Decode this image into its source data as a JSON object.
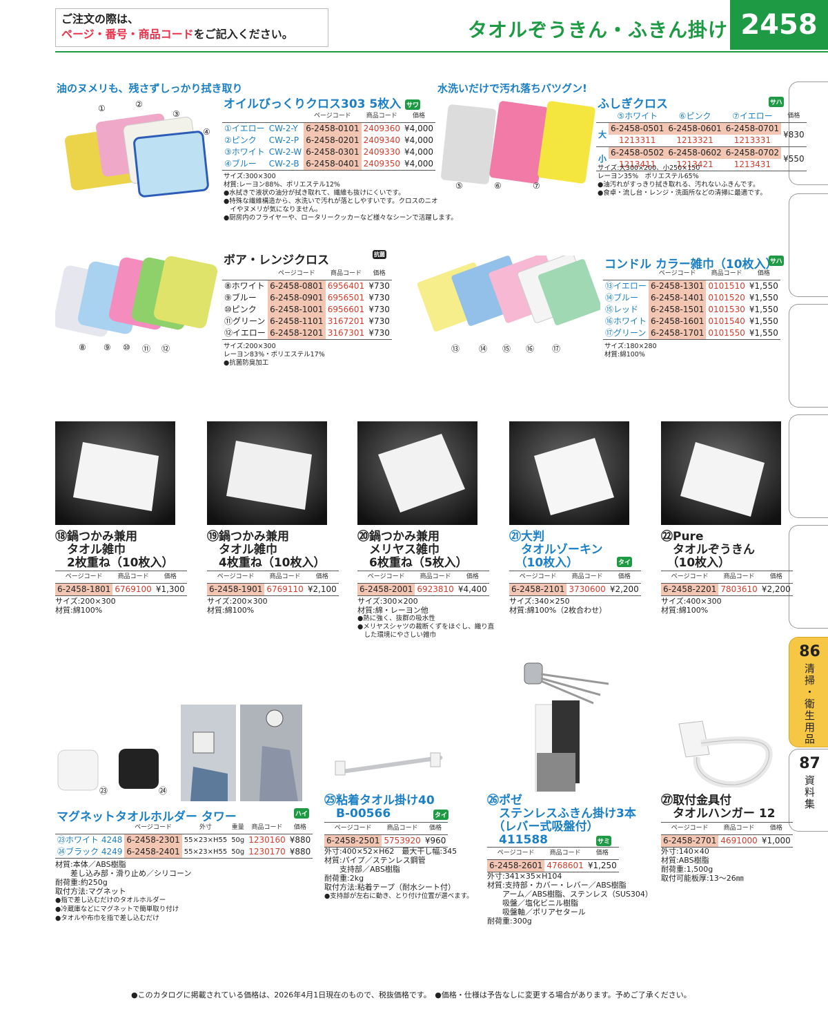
{
  "header": {
    "note_line1": "ご注文の際は、",
    "note_line2_red": "ページ・番号・商品コード",
    "note_line2_rest": "をご記入ください。",
    "category_title": "タオルぞうきん・ふきん掛け",
    "page_number": "2458"
  },
  "side_tabs": {
    "tab86_num": "86",
    "tab86_text": "清掃・衛生用品",
    "tab87_num": "87",
    "tab87_text": "資料集"
  },
  "colors": {
    "accent_green": "#1d9a43",
    "accent_blue": "#1a7fc4",
    "code_bg": "#f3c6b3",
    "tab_active": "#f6c645"
  },
  "oil": {
    "catch": "油のヌメリも、残さずしっかり拭き取り",
    "name": "オイルびっくりクロス303 5枚入",
    "badge": "サワ",
    "hdr": [
      "ページコード",
      "商品コード",
      "価格"
    ],
    "rows": [
      [
        "①イエロー",
        "CW-2-Y",
        "6-2458-0101",
        "2409360",
        "¥4,000"
      ],
      [
        "②ピンク",
        "CW-2-P",
        "6-2458-0201",
        "2409340",
        "¥4,000"
      ],
      [
        "③ホワイト",
        "CW-2-W",
        "6-2458-0301",
        "2409330",
        "¥4,000"
      ],
      [
        "④ブルー",
        "CW-2-B",
        "6-2458-0401",
        "2409350",
        "¥4,000"
      ]
    ],
    "notes": [
      "サイズ:300×300",
      "材質:レーヨン88%、ポリエステル12%",
      "●水拭きで液状の油分が拭き取れて、繊維も抜けにくいです。",
      "●特殊な繊維構造から、水洗いで汚れが落としやすいです。クロスのニオ",
      "　イやヌメリが気になりません。",
      "●厨房内のフライヤーや、ロータリークッカーなど様々なシーンで活躍します。"
    ],
    "labels": [
      "①",
      "②",
      "③",
      "④"
    ]
  },
  "fushigi": {
    "catch": "水洗いだけで汚れ落ちバツグン!",
    "name": "ふしぎクロス",
    "badge": "サハ",
    "col_labels": [
      "⑤ホワイト",
      "⑥ピンク",
      "⑦イエロー"
    ],
    "price_hdr": "価格",
    "rows": [
      {
        "size": "大",
        "codes": [
          "6-2458-0501",
          "6-2458-0601",
          "6-2458-0701"
        ],
        "items": [
          "1213311",
          "1213321",
          "1213331"
        ],
        "price": "¥830"
      },
      {
        "size": "小",
        "codes": [
          "6-2458-0502",
          "6-2458-0602",
          "6-2458-0702"
        ],
        "items": [
          "1213411",
          "1213421",
          "1213431"
        ],
        "price": "¥550"
      }
    ],
    "notes": [
      "サイズ:大300×200、小250×150",
      "レーヨン35%　ポリエステル65%",
      "●油汚れがすっきり拭き取れる、汚れないふきんです。",
      "●食卓・流し台・レンジ・洗面所などの清掃に最適です。"
    ],
    "labels": [
      "⑤",
      "⑥",
      "⑦"
    ]
  },
  "boa": {
    "name": "ボア・レンジクロス",
    "badge": "抗菌",
    "hdr": [
      "ページコード",
      "商品コード",
      "価格"
    ],
    "rows": [
      [
        "⑧ホワイト",
        "6-2458-0801",
        "6956401",
        "¥730"
      ],
      [
        "⑨ブルー",
        "6-2458-0901",
        "6956501",
        "¥730"
      ],
      [
        "⑩ピンク",
        "6-2458-1001",
        "6956601",
        "¥730"
      ],
      [
        "⑪グリーン",
        "6-2458-1101",
        "3167201",
        "¥730"
      ],
      [
        "⑫イエロー",
        "6-2458-1201",
        "3167301",
        "¥730"
      ]
    ],
    "notes": [
      "サイズ:200×300",
      "レーヨン83%・ポリエステル17%",
      "●抗菌防臭加工"
    ],
    "labels": [
      "⑧",
      "⑨",
      "⑩",
      "⑪",
      "⑫"
    ]
  },
  "condor": {
    "name": "コンドル カラー雑巾（10枚入）",
    "badge": "サハ",
    "hdr": [
      "ページコード",
      "商品コード",
      "価格"
    ],
    "rows": [
      [
        "⑬イエロー",
        "6-2458-1301",
        "0101510",
        "¥1,550"
      ],
      [
        "⑭ブルー",
        "6-2458-1401",
        "0101520",
        "¥1,550"
      ],
      [
        "⑮レッド",
        "6-2458-1501",
        "0101530",
        "¥1,550"
      ],
      [
        "⑯ホワイト",
        "6-2458-1601",
        "0101540",
        "¥1,550"
      ],
      [
        "⑰グリーン",
        "6-2458-1701",
        "0101550",
        "¥1,550"
      ]
    ],
    "notes": [
      "サイズ:180×280",
      "材質:綿100%"
    ],
    "labels": [
      "⑬",
      "⑭",
      "⑮",
      "⑯",
      "⑰"
    ]
  },
  "towels": [
    {
      "name_lines": [
        "⑱鍋つかみ兼用",
        "　タオル雑巾",
        "　2枚重ね（10枚入）"
      ],
      "badge": "",
      "hdr": [
        "ページコード",
        "商品コード",
        "価格"
      ],
      "code": "6-2458-1801",
      "item": "6769100",
      "price": "¥1,300",
      "notes": [
        "サイズ:200×300",
        "材質:綿100%"
      ]
    },
    {
      "name_lines": [
        "⑲鍋つかみ兼用",
        "　タオル雑巾",
        "　4枚重ね（10枚入）"
      ],
      "badge": "",
      "hdr": [
        "ページコード",
        "商品コード",
        "価格"
      ],
      "code": "6-2458-1901",
      "item": "6769110",
      "price": "¥2,100",
      "notes": [
        "サイズ:200×300",
        "材質:綿100%"
      ]
    },
    {
      "name_lines": [
        "⑳鍋つかみ兼用",
        "　メリヤス雑巾",
        "　6枚重ね（5枚入）"
      ],
      "badge": "",
      "hdr": [
        "ページコード",
        "商品コード",
        "価格"
      ],
      "code": "6-2458-2001",
      "item": "6923810",
      "price": "¥4,400",
      "notes": [
        "サイズ:300×200",
        "材質:綿・レーヨン他",
        "●熱に強く、抜群の吸水性",
        "●メリヤスシャツの裁断くずをほぐし、織り直",
        "　した環境にやさしい雑巾"
      ]
    },
    {
      "name_lines": [
        "㉑大判",
        "　タオルゾーキン",
        "　（10枚入）"
      ],
      "badge": "タイ",
      "hdr": [
        "ページコード",
        "商品コード",
        "価格"
      ],
      "code": "6-2458-2101",
      "item": "3730600",
      "price": "¥2,200",
      "notes": [
        "サイズ:340×250",
        "材質:綿100%（2枚合わせ）"
      ]
    },
    {
      "name_lines": [
        "㉒Pure",
        "　タオルぞうきん",
        "　（10枚入）"
      ],
      "badge": "",
      "hdr": [
        "ページコード",
        "商品コード",
        "価格"
      ],
      "code": "6-2458-2201",
      "item": "7803610",
      "price": "¥2,200",
      "notes": [
        "サイズ:400×300",
        "材質:綿100%"
      ]
    }
  ],
  "magnet": {
    "name": "マグネットタオルホルダー タワー",
    "badge": "ハイ",
    "hdr": [
      "ページコード",
      "外寸",
      "重量",
      "商品コード",
      "価格"
    ],
    "rows": [
      [
        "㉓ホワイト 4248",
        "6-2458-2301",
        "55×23×H55",
        "50g",
        "1230160",
        "¥880"
      ],
      [
        "㉔ブラック 4249",
        "6-2458-2401",
        "55×23×H55",
        "50g",
        "1230170",
        "¥880"
      ]
    ],
    "notes": [
      "材質:本体／ABS樹脂",
      "　　差し込み部・滑り止め／シリコーン",
      "耐荷重:約250g",
      "取付方法:マグネット",
      "●指で差し込むだけのタオルホルダー",
      "●冷蔵庫などにマグネットで簡単取り付け",
      "●タオルや布巾を指で差し込むだけ"
    ],
    "labels": [
      "㉓",
      "㉔"
    ]
  },
  "adhesive": {
    "name_lines": [
      "㉕粘着タオル掛け40",
      "　B-00566"
    ],
    "badge": "タイ",
    "hdr": [
      "ページコード",
      "商品コード",
      "価格"
    ],
    "code": "6-2458-2501",
    "item": "5753920",
    "price": "¥960",
    "notes": [
      "外寸:400×52×H62　最大干し幅:345",
      "材質:パイプ／ステンレス鋼管",
      "　　支持部／ABS樹脂",
      "耐荷重:2kg",
      "取付方法:粘着テープ（耐水シート付）",
      "●支持部が左右に動き、とり付け位置が選べます。"
    ]
  },
  "poze": {
    "name_lines": [
      "㉖ポゼ",
      "　ステンレスふきん掛け3本",
      "　（レバー式吸盤付）",
      "　411588"
    ],
    "badge": "サミ",
    "hdr": [
      "ページコード",
      "商品コード",
      "価格"
    ],
    "code": "6-2458-2601",
    "item": "4768601",
    "price": "¥1,250",
    "notes": [
      "外寸:341×35×H104",
      "材質:支持部・カバー・レバー／ABS樹脂",
      "　　アーム／ABS樹脂、ステンレス（SUS304）",
      "　　吸盤／塩化ビニル樹脂",
      "　　吸盤軸／ポリアセタール",
      "耐荷重:300g"
    ]
  },
  "hanger": {
    "name_lines": [
      "㉗取付金具付",
      "　タオルハンガー 12"
    ],
    "badge": "",
    "hdr": [
      "ページコード",
      "商品コード",
      "価格"
    ],
    "code": "6-2458-2701",
    "item": "4691000",
    "price": "¥1,000",
    "notes": [
      "外寸:140×40",
      "材質:ABS樹脂",
      "耐荷重:1,500g",
      "取付可能板厚:13〜26㎜"
    ]
  },
  "footer": "●このカタログに掲載されている価格は、2026年4月1日現在のもので、税抜価格です。　●価格・仕様は予告なしに変更する場合があります。予めご了承ください。"
}
